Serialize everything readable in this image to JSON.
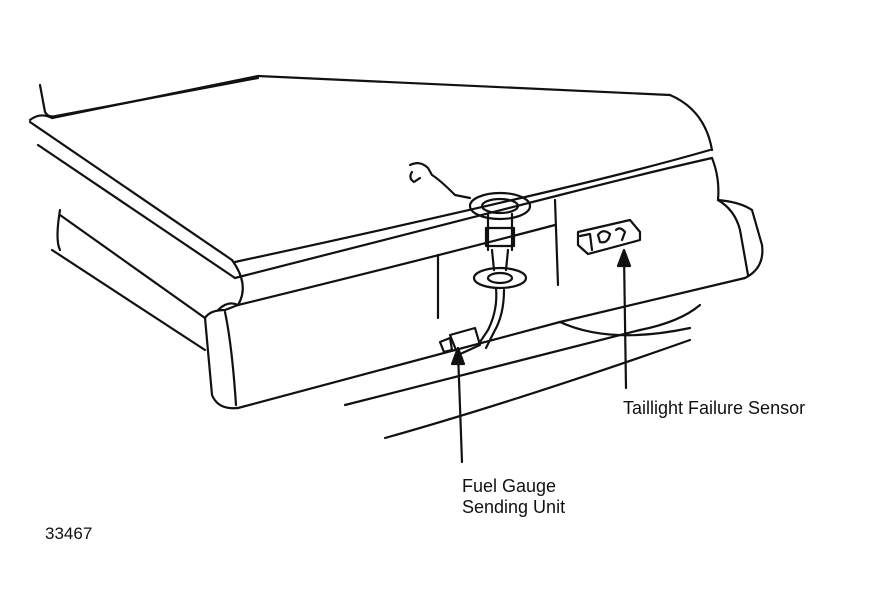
{
  "labels": {
    "taillight_sensor": "Taillight Failure Sensor",
    "fuel_gauge_line1": "Fuel Gauge",
    "fuel_gauge_line2": "Sending Unit"
  },
  "figure_number": "33467",
  "colors": {
    "ink": "#111111",
    "background": "#ffffff"
  }
}
